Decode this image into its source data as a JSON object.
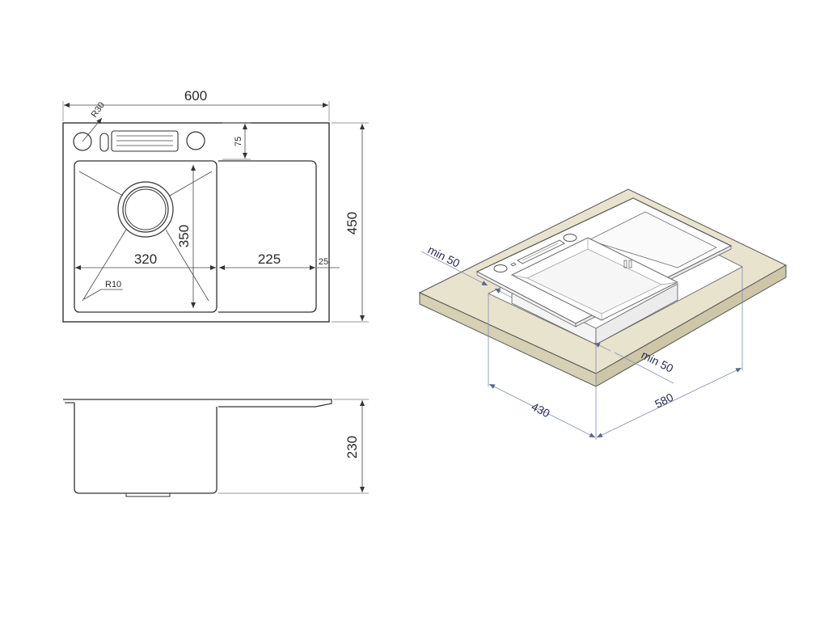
{
  "top_view": {
    "width_label": "600",
    "height_label": "450",
    "corner_radius_label": "R30",
    "inner_radius_label": "R10",
    "offset_label": "75",
    "bowl_width_label": "320",
    "bowl_height_label": "350",
    "drainer_width_label": "225",
    "edge_label": "25"
  },
  "side_view": {
    "depth_label": "230"
  },
  "iso_view": {
    "min_left_label": "min 50",
    "min_right_label": "min 50",
    "cutout_depth_label": "430",
    "cutout_width_label": "580"
  },
  "colors": {
    "countertop": "#e8e3cc",
    "countertop_edge": "#d6d0b4",
    "sink_outline": "#555555",
    "dimension_blue": "#8a96b8"
  }
}
